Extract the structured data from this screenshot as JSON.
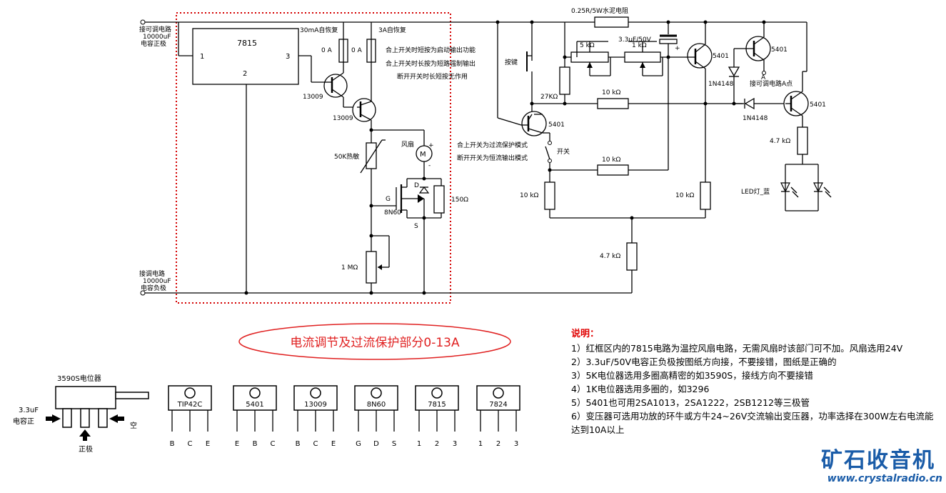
{
  "labels": {
    "in_pos": [
      "接可调电路",
      "10000uF",
      "电容正极"
    ],
    "in_neg": [
      "接调电路",
      "10000uF",
      "电容负极"
    ],
    "ic7815": "7815",
    "ic_pin1": "1",
    "ic_pin2": "2",
    "ic_pin3": "3",
    "fuse_30ma": "30mA自恢复",
    "fuse_3a": "3A自恢复",
    "fuse_0a_left": "0 A",
    "fuse_0a_right": "0 A",
    "note_start": "合上开关时短按为启动输出功能",
    "note_long": "合上开关时长按为短路强制输出",
    "note_off": "断开开关时长短按无作用",
    "q13009_a": "13009",
    "q13009_b": "13009",
    "thermistor": "50K热敏",
    "fan": "风扇",
    "fan_plus": "+",
    "fan_minus": "-",
    "motor": "M",
    "mosfet_d": "D",
    "mosfet_g": "G",
    "mosfet_s": "S",
    "mosfet": "8N60",
    "r150": "150Ω",
    "pot_1m": "1 MΩ",
    "r_cement": "0.25R/5W水泥电阻",
    "button": "按键",
    "pot_5k": "5 kΩ",
    "pot_1k": "1 kΩ",
    "cap_33": "3.3uF/50V",
    "r27k": "27KΩ",
    "r10k_mid": "10 kΩ",
    "q5401_top_mid": "5401",
    "q5401_top_right": "5401",
    "n4148_a": "1N4148",
    "point_a": "A",
    "adj_point": "接可调电路A点",
    "n4148_b": "1N4148",
    "q5401_right": "5401",
    "q5401_left": "5401",
    "sw_note1": "合上开关为过流保护模式",
    "sw_note2": "断开开关为恒流输出模式",
    "switch": "开关",
    "r10k_sw": "10 kΩ",
    "r10k_left": "10 kΩ",
    "r10k_right": "10 kΩ",
    "r47k_right": "4.7 kΩ",
    "led": "LED灯_蓝",
    "r47k_bottom": "4.7 kΩ"
  },
  "banner": "电流调节及过流保护部分0-13A",
  "pot3590": {
    "title": "3590S电位器",
    "left_label": [
      "3.3uF",
      "电容正"
    ],
    "bottom_label": "正极",
    "right_label": "空"
  },
  "packages": [
    {
      "name": "TIP42C",
      "pins": [
        "B",
        "C",
        "E"
      ]
    },
    {
      "name": "5401",
      "pins": [
        "E",
        "B",
        "C"
      ]
    },
    {
      "name": "13009",
      "pins": [
        "B",
        "C",
        "E"
      ]
    },
    {
      "name": "8N60",
      "pins": [
        "G",
        "D",
        "S"
      ]
    },
    {
      "name": "7815",
      "pins": [
        "1",
        "2",
        "3"
      ]
    },
    {
      "name": "7824",
      "pins": [
        "1",
        "2",
        "3"
      ]
    }
  ],
  "notes": {
    "heading": "说明：",
    "lines": [
      "1）红框区内的7815电路为温控风扇电路，无需风扇时该部门可不加。风扇选用24V",
      "2）3.3uF/50V电容正负极按图纸方向接，不要接错，图纸是正确的",
      "3）5K电位器选用多圈高精密的如3590S，接线方向不要接错",
      "4）1K电位器选用多圈的，如3296",
      "5）5401也可用2SA1013，2SA1222，2SB1212等三极管",
      "6）变压器可选用功放的环牛或方牛24~26V交流输出变压器，功率选择在300W左右电流能达到10A以上"
    ]
  },
  "logo": {
    "cn": "矿石收音机",
    "url": "www.crystalradio.cn"
  },
  "colors": {
    "red_box": "#d40000",
    "banner_ellipse": "#e02020",
    "banner_text": "#e02020",
    "notes_heading": "#e00000",
    "logo": "#1a5ca8"
  }
}
